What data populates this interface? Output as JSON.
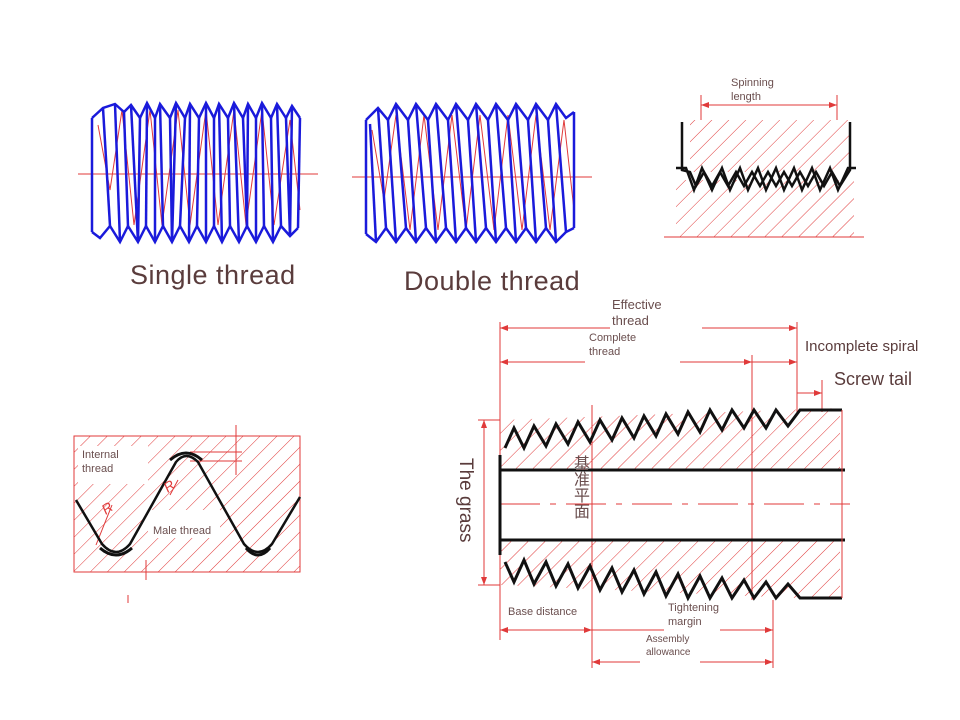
{
  "captions": {
    "single_thread": "Single thread",
    "double_thread": "Double thread"
  },
  "labels": {
    "spinning_length": "Spinning length",
    "effective_thread": "Effective thread",
    "complete_thread": "Complete thread",
    "incomplete_spiral": "Incomplete spiral",
    "screw_tail": "Screw tail",
    "the_grass": "The grass",
    "datum_plane": "基准平面",
    "base_distance": "Base distance",
    "tightening_margin": "Tightening margin",
    "assembly_allowance": "Assembly allowance",
    "internal_thread": "Internal thread",
    "male_thread": "Male thread",
    "radius_top": "R",
    "radius_bottom": "R"
  },
  "colors": {
    "thread_blue": "#1a1adb",
    "hatch_red": "#e03a3a",
    "outline_black": "#111111",
    "text_brown": "#5a3c3c"
  }
}
